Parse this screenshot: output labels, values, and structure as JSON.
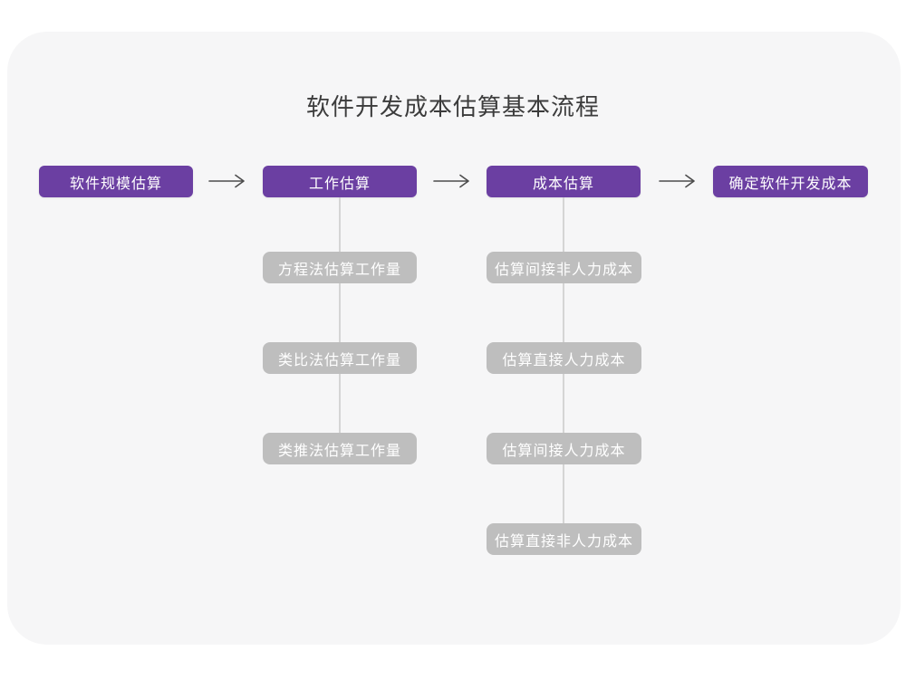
{
  "title": "软件开发成本估算基本流程",
  "flow": {
    "main_steps": [
      "软件规模估算",
      "工作估算",
      "成本估算",
      "确定软件开发成本"
    ],
    "work_substeps": [
      "方程法估算工作量",
      "类比法估算工作量",
      "类推法估算工作量"
    ],
    "cost_substeps": [
      "估算间接非人力成本",
      "估算直接人力成本",
      "估算间接人力成本",
      "估算直接非人力成本"
    ]
  },
  "icons": {
    "arrow_right": "→"
  },
  "colors": {
    "primary_purple": "#6B3FA2",
    "substep_gray": "#BEBEBE",
    "card_background": "#F6F6F7",
    "page_background": "#FFFFFF",
    "connector_line": "#D5D5D5",
    "arrow_stroke": "#4D4D4D",
    "title_text": "#3C3C3C",
    "box_text": "#FFFFFF"
  }
}
